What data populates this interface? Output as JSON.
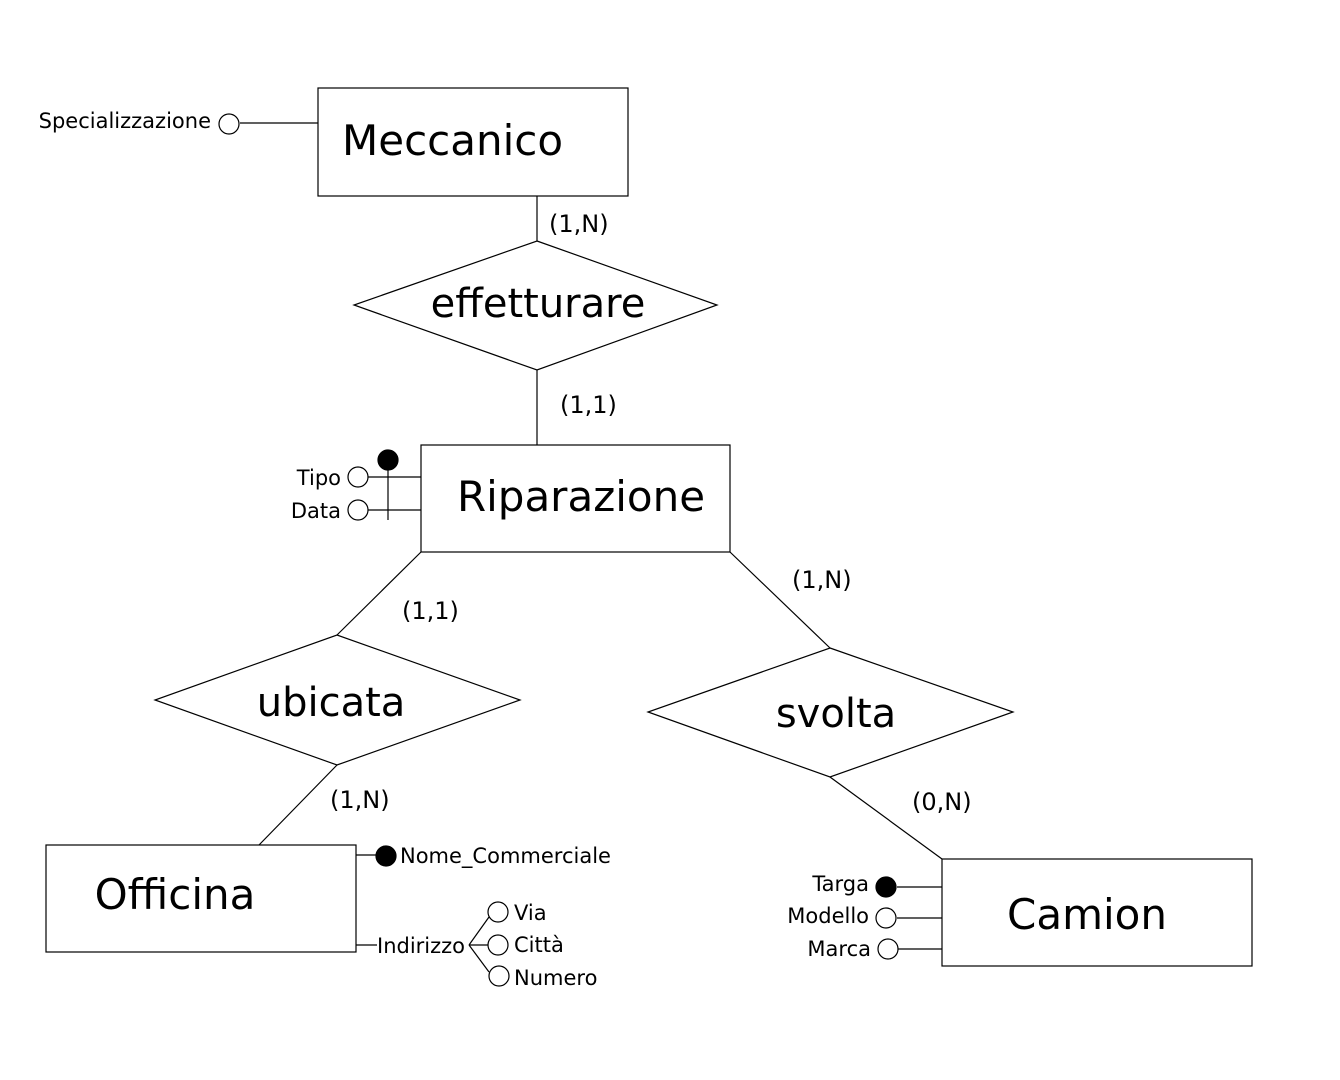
{
  "entities": {
    "meccanico": "Meccanico",
    "riparazione": "Riparazione",
    "officina": "Officina",
    "camion": "Camion"
  },
  "relationships": {
    "effetturare": "effetturare",
    "ubicata": "ubicata",
    "svolta": "svolta"
  },
  "cardinalities": {
    "meccanico_effetturare": "(1,N)",
    "riparazione_effetturare": "(1,1)",
    "riparazione_ubicata": "(1,1)",
    "officina_ubicata": "(1,N)",
    "riparazione_svolta": "(1,N)",
    "camion_svolta": "(0,N)"
  },
  "attributes": {
    "meccanico": {
      "specializzazione": "Specializzazione"
    },
    "riparazione": {
      "tipo": "Tipo",
      "data": "Data"
    },
    "officina": {
      "nome_commerciale": "Nome_Commerciale",
      "indirizzo": "Indirizzo",
      "via": "Via",
      "citta": "Città",
      "numero": "Numero"
    },
    "camion": {
      "targa": "Targa",
      "modello": "Modello",
      "marca": "Marca"
    }
  }
}
